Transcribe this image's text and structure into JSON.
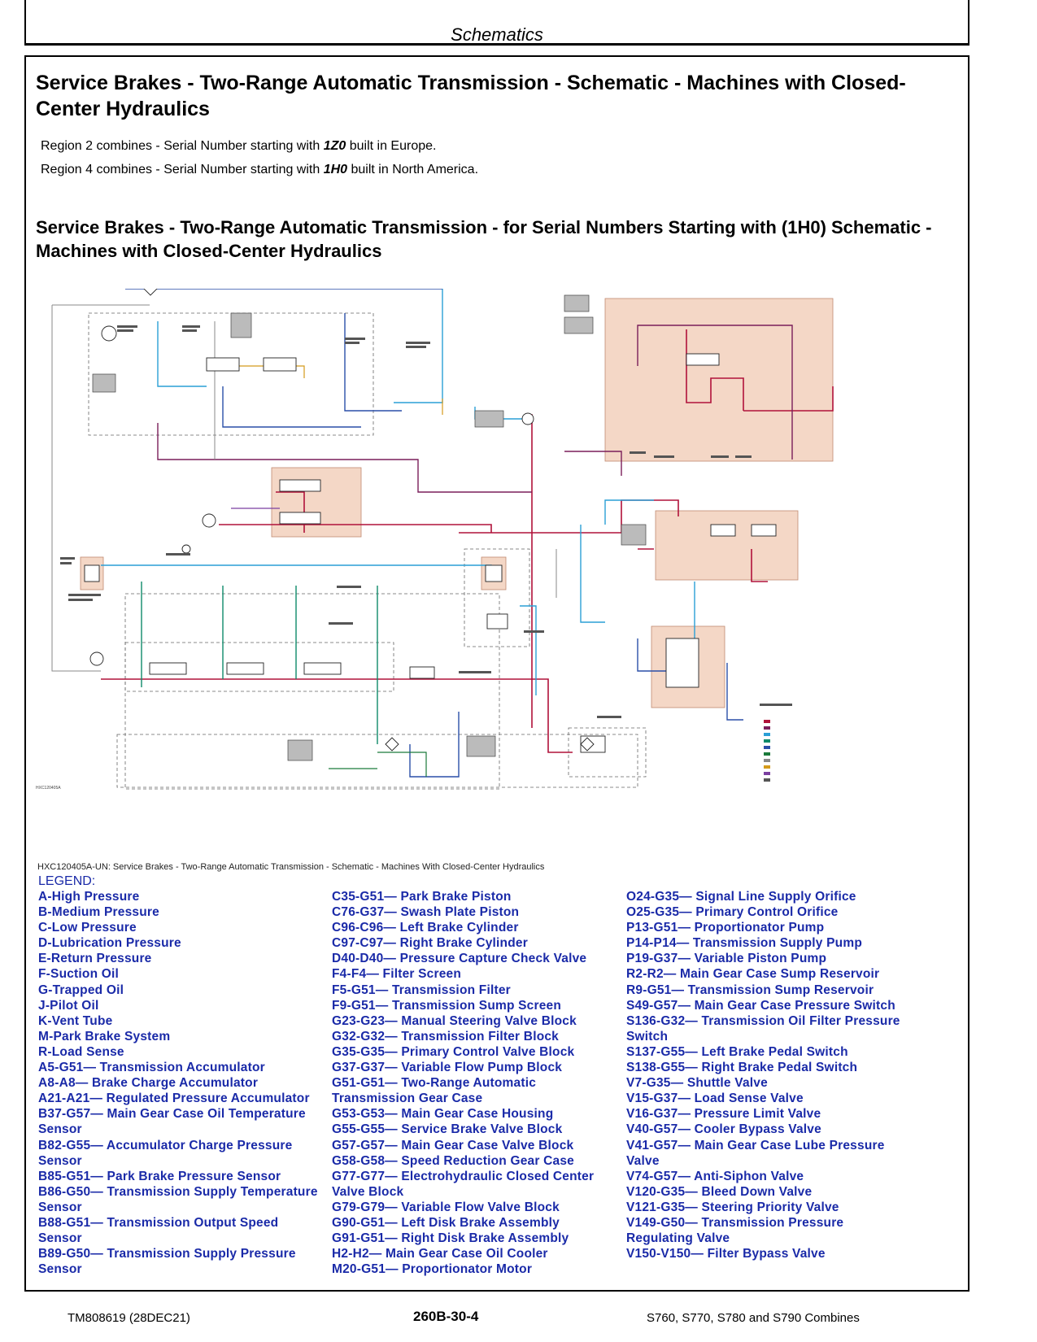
{
  "header": {
    "section": "Schematics"
  },
  "title": "Service Brakes - Two-Range Automatic Transmission - Schematic - Machines with Closed-Center Hydraulics",
  "notes": [
    {
      "pre": "Region 2 combines - Serial Number starting with ",
      "code": "1Z0",
      "post": " built in Europe."
    },
    {
      "pre": "Region 4 combines - Serial Number starting with ",
      "code": "1H0",
      "post": " built in North America."
    }
  ],
  "subtitle": "Service Brakes - Two-Range Automatic Transmission - for Serial Numbers Starting with (1H0) Schematic - Machines with Closed-Center Hydraulics",
  "diagram": {
    "figure_id": "HXC120405A"
  },
  "caption": "HXC120405A-UN: Service Brakes - Two-Range Automatic Transmission - Schematic - Machines With Closed-Center Hydraulics",
  "legend": {
    "title": "LEGEND:",
    "col1": [
      "A-High Pressure",
      "B-Medium Pressure",
      "C-Low Pressure",
      "D-Lubrication Pressure",
      "E-Return Pressure",
      "F-Suction Oil",
      "G-Trapped Oil",
      "J-Pilot Oil",
      "K-Vent Tube",
      "M-Park Brake System",
      "R-Load Sense",
      "A5-G51— Transmission Accumulator",
      "A8-A8— Brake Charge Accumulator",
      "A21-A21— Regulated Pressure Accumulator",
      "B37-G57— Main Gear Case Oil Temperature",
      "Sensor",
      "B82-G55— Accumulator Charge Pressure",
      "Sensor",
      "B85-G51— Park Brake Pressure Sensor",
      "B86-G50— Transmission Supply Temperature",
      "Sensor",
      "B88-G51— Transmission Output Speed",
      "Sensor",
      "B89-G50— Transmission Supply Pressure",
      "Sensor"
    ],
    "col2": [
      "C35-G51— Park Brake Piston",
      "C76-G37— Swash Plate Piston",
      "C96-C96— Left Brake Cylinder",
      "C97-C97— Right Brake Cylinder",
      "D40-D40— Pressure Capture Check Valve",
      "F4-F4— Filter Screen",
      "F5-G51— Transmission Filter",
      "F9-G51— Transmission Sump Screen",
      "G23-G23— Manual Steering Valve Block",
      "G32-G32— Transmission Filter Block",
      "G35-G35— Primary Control Valve Block",
      "G37-G37— Variable Flow Pump Block",
      "G51-G51— Two-Range Automatic",
      "Transmission Gear Case",
      "G53-G53— Main Gear Case Housing",
      "G55-G55— Service Brake Valve Block",
      "G57-G57— Main Gear Case Valve Block",
      "G58-G58— Speed Reduction Gear Case",
      "G77-G77— Electrohydraulic Closed Center",
      "Valve Block",
      "G79-G79— Variable Flow Valve Block",
      "G90-G51— Left Disk Brake Assembly",
      "G91-G51— Right Disk Brake Assembly",
      "H2-H2— Main Gear Case Oil Cooler",
      "M20-G51— Proportionator Motor"
    ],
    "col3": [
      "O24-G35— Signal Line Supply Orifice",
      "O25-G35— Primary Control Orifice",
      "P13-G51— Proportionator Pump",
      "P14-P14— Transmission Supply Pump",
      "P19-G37— Variable Piston Pump",
      "R2-R2— Main Gear Case Sump Reservoir",
      "R9-G51— Transmission Sump Reservoir",
      "S49-G57— Main Gear Case Pressure Switch",
      "S136-G32— Transmission Oil Filter Pressure",
      "Switch",
      "S137-G55— Left Brake Pedal Switch",
      "S138-G55— Right Brake Pedal Switch",
      "V7-G35— Shuttle Valve",
      "V15-G37— Load Sense Valve",
      "V16-G37— Pressure Limit Valve",
      "V40-G57— Cooler Bypass Valve",
      "V41-G57— Main Gear Case Lube Pressure",
      "Valve",
      "V74-G57— Anti-Siphon Valve",
      "V120-G35— Bleed Down Valve",
      "V121-G35— Steering Priority Valve",
      "V149-G50— Transmission Pressure",
      "Regulating Valve",
      "V150-V150— Filter Bypass Valve"
    ]
  },
  "footer": {
    "left": "TM808619 (28DEC21)",
    "center": "260B-30-4",
    "right": "S760, S770, S780 and S790 Combines"
  },
  "colors": {
    "high": "#b0123a",
    "medium": "#7a1e5a",
    "low": "#2a9fd6",
    "lube": "#0e8a6a",
    "return": "#2a4fa8",
    "suction": "#1b7a3a",
    "pilot": "#d49a1a",
    "park": "#7b3fa0",
    "trapped": "#888888",
    "shade": "#f4d7c6"
  }
}
